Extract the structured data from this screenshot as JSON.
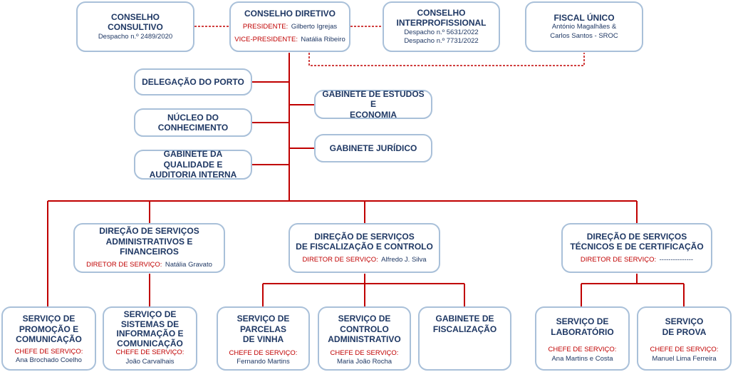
{
  "top": {
    "consultivo": {
      "title": "CONSELHO\nCONSULTIVO",
      "desc": "Despacho n.º 2489/2020"
    },
    "diretivo": {
      "title": "CONSELHO DIRETIVO",
      "president_label": "PRESIDENTE:",
      "president_name": "Gilberto Igrejas",
      "vice_label": "VICE-PRESIDENTE:",
      "vice_name": "Natália Ribeiro"
    },
    "interprofissional": {
      "title": "CONSELHO\nINTERPROFISSIONAL",
      "desc": "Despacho n.º 5631/2022\nDespacho n.º 7731/2022"
    },
    "fiscal": {
      "title": "FISCAL ÚNICO",
      "desc": "António Magalhães &\nCarlos Santos - SROC"
    }
  },
  "left_units": {
    "porto": "DELEGAÇÃO DO PORTO",
    "conhecimento": "NÚCLEO DO\nCONHECIMENTO",
    "qualidade": "GABINETE DA QUALIDADE E\nAUDITORIA INTERNA"
  },
  "right_units": {
    "estudos": "GABINETE DE ESTUDOS E\nECONOMIA",
    "juridico": "GABINETE JURÍDICO"
  },
  "directorates": {
    "admin": {
      "title": "DIREÇÃO DE SERVIÇOS\nADMINISTRATIVOS E FINANCEIROS",
      "role": "DIRETOR DE SERVIÇO:",
      "name": "Natália Gravato"
    },
    "fiscal": {
      "title": "DIREÇÃO DE SERVIÇOS\nDE FISCALIZAÇÃO E CONTROLO",
      "role": "DIRETOR DE SERVIÇO:",
      "name": "Alfredo J. Silva"
    },
    "tecnicos": {
      "title": "DIREÇÃO DE SERVIÇOS\nTÉCNICOS E DE CERTIFICAÇÃO",
      "role": "DIRETOR DE SERVIÇO:",
      "name": "---------------"
    }
  },
  "services": {
    "promocao": {
      "title": "SERVIÇO DE\nPROMOÇÃO E\nCOMUNICAÇÃO",
      "role": "CHEFE  DE SERVIÇO:",
      "name": "Ana Brochado Coelho"
    },
    "sistemas": {
      "title": "SERVIÇO DE\nSISTEMAS DE\nINFORMAÇÃO E\nCOMUNICAÇÃO",
      "role": "CHEFE  DE SERVIÇO:",
      "name": "João Carvalhais"
    },
    "parcelas": {
      "title": "SERVIÇO DE\nPARCELAS\nDE VINHA",
      "role": "CHEFE  DE SERVIÇO:",
      "name": "Fernando Martins"
    },
    "controlo": {
      "title": "SERVIÇO DE\nCONTROLO\nADMINISTRATIVO",
      "role": "CHEFE  DE SERVIÇO:",
      "name": "Maria João Rocha"
    },
    "gabfisc": {
      "title": "GABINETE DE\nFISCALIZAÇÃO"
    },
    "laboratorio": {
      "title": "SERVIÇO DE\nLABORATÓRIO",
      "role": "CHEFE  DE SERVIÇO:",
      "name": "Ana Martins e Costa"
    },
    "prova": {
      "title": "SERVIÇO\nDE PROVA",
      "role": "CHEFE  DE SERVIÇO:",
      "name": "Manuel Lima Ferreira"
    }
  },
  "colors": {
    "line": "#c00000",
    "border": "#a9c0d9",
    "text": "#1f3864",
    "accent": "#c00000"
  }
}
